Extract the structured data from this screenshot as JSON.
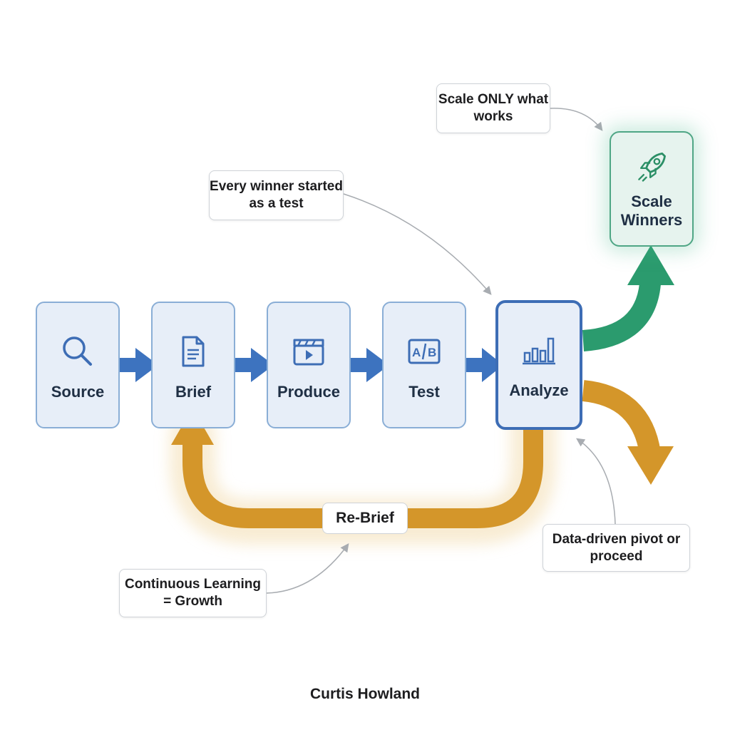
{
  "steps": [
    {
      "label": "Source",
      "icon": "search-icon"
    },
    {
      "label": "Brief",
      "icon": "document-icon"
    },
    {
      "label": "Produce",
      "icon": "clapperboard-icon"
    },
    {
      "label": "Test",
      "icon": "ab-test-icon"
    },
    {
      "label": "Analyze",
      "icon": "bar-chart-icon"
    }
  ],
  "scale": {
    "label": "Scale Winners",
    "icon": "rocket-icon"
  },
  "callouts": {
    "scale_only": "Scale ONLY what works",
    "every_winner": "Every winner started as a test",
    "pivot": "Data-driven pivot or proceed",
    "learning": "Continuous Learning = Growth"
  },
  "loop": {
    "label": "Re-Brief"
  },
  "footer": {
    "author": "Curtis Howland"
  },
  "colors": {
    "step_fill": "#e7eef8",
    "step_border": "#8aaed6",
    "flow_arrow": "#3d73bf",
    "scale_arrow": "#2b9b6e",
    "loop_arrow": "#d4962a",
    "scale_glow": "#48b88c"
  }
}
